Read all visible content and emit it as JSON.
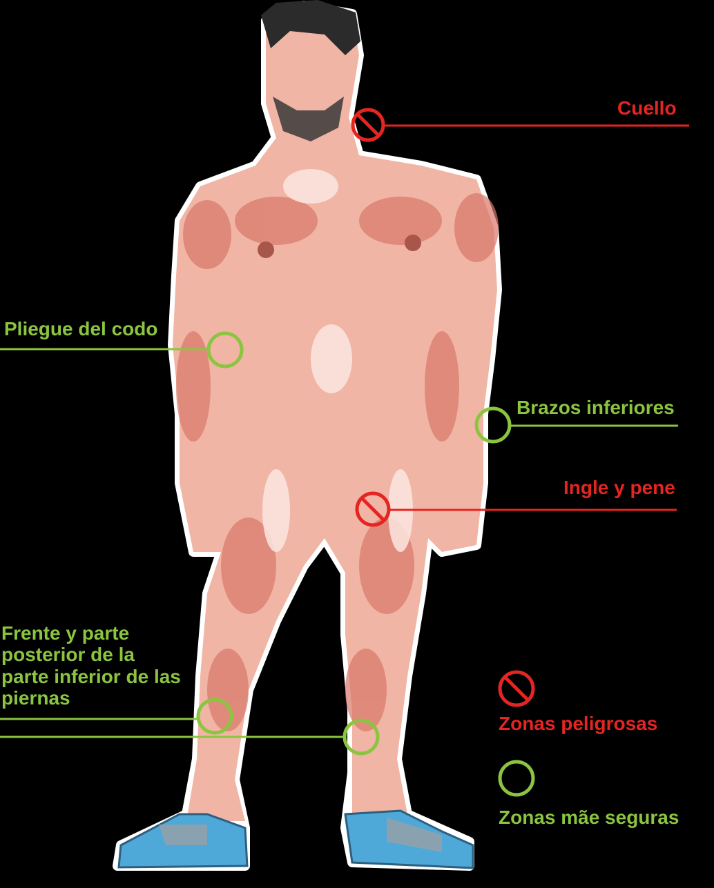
{
  "colors": {
    "danger": "#e52521",
    "safe": "#8bc540",
    "background": "#000000",
    "skin": "#f0b5a5",
    "skin_shadow": "#d9776a",
    "shoe": "#4ea8d8"
  },
  "icons": {
    "danger_marker": "prohibited-circle-icon",
    "safe_marker": "open-circle-icon"
  },
  "labels": {
    "neck": "Cuello",
    "elbow_crease": "Pliegue del codo",
    "lower_arms": "Brazos inferiores",
    "groin": "Ingle y pene",
    "lower_legs": "Frente y parte posterior de la parte inferior de las piernas"
  },
  "legend": {
    "danger": "Zonas peligrosas",
    "safe": "Zonas mãe seguras"
  }
}
